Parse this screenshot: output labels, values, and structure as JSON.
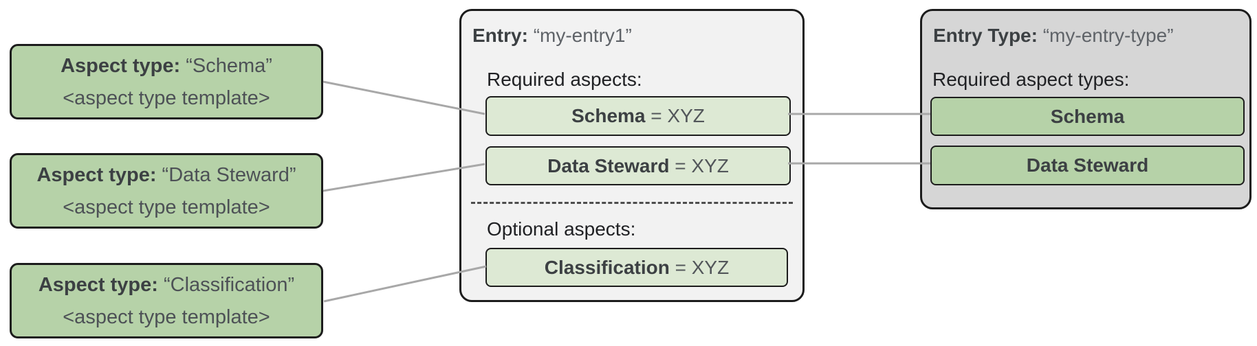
{
  "colors": {
    "aspect-green": "#b6d2a8",
    "pale-green": "#dde9d4",
    "entry-bg": "#f2f2f2",
    "entry-type-bg": "#d6d6d6",
    "border-dark": "#1c1c1c",
    "connector": "#a8a8a8",
    "title-dark": "#3c4043",
    "value-gray": "#5f6368",
    "text-dark": "#202124"
  },
  "diagram": {
    "aspect_types": [
      {
        "label": "Aspect type:",
        "value": "“Schema”",
        "subtitle": "<aspect type template>"
      },
      {
        "label": "Aspect type:",
        "value": "“Data Steward”",
        "subtitle": "<aspect type template>"
      },
      {
        "label": "Aspect type:",
        "value": "“Classification”",
        "subtitle": "<aspect type template>"
      }
    ],
    "entry": {
      "label": "Entry:",
      "value": "“my-entry1”",
      "required_heading": "Required aspects:",
      "required_aspects": [
        {
          "name": "Schema",
          "suffix": " = XYZ"
        },
        {
          "name": "Data Steward",
          "suffix": " = XYZ"
        }
      ],
      "optional_heading": "Optional aspects:",
      "optional_aspects": [
        {
          "name": "Classification",
          "suffix": " = XYZ"
        }
      ]
    },
    "entry_type": {
      "label": "Entry Type:",
      "value": "“my-entry-type”",
      "required_heading": "Required aspect types:",
      "required_aspect_types": [
        {
          "name": "Schema"
        },
        {
          "name": "Data Steward"
        }
      ]
    }
  }
}
